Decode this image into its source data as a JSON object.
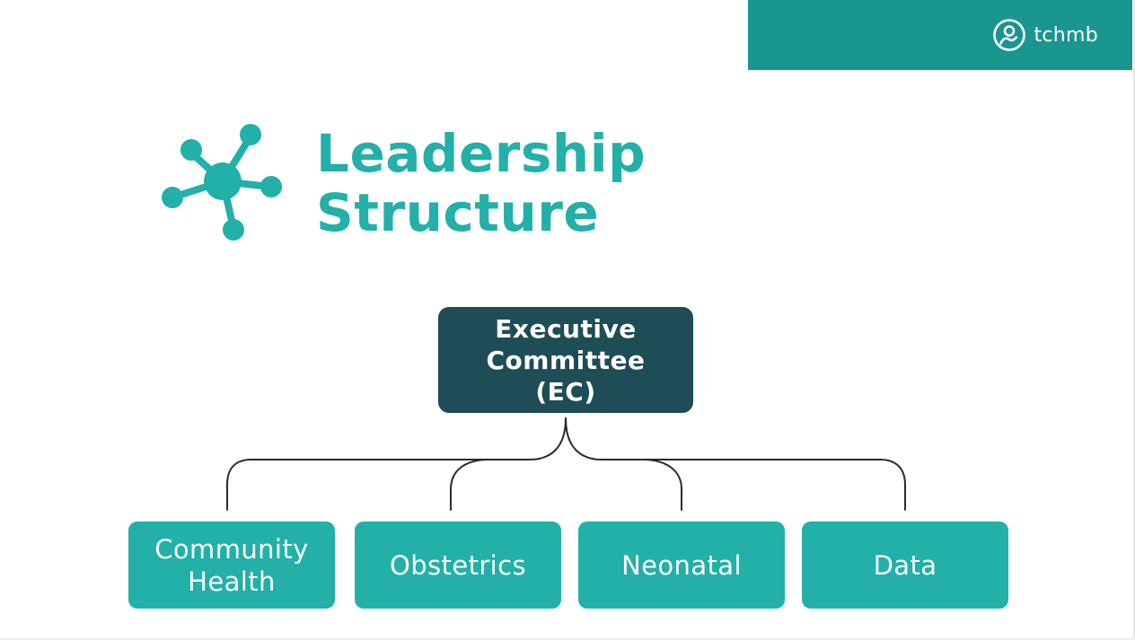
{
  "colors": {
    "header_band": "#1a9690",
    "title": "#22b0a8",
    "executive_box": "#1e4c57",
    "child_box": "#22b0a8",
    "connector": "#2b2b2b"
  },
  "header": {
    "brand_icon": "person-circle-icon",
    "brand_name": "tchmb"
  },
  "title": {
    "icon": "network-hub-icon",
    "line1": "Leadership",
    "line2": "Structure"
  },
  "org_chart": {
    "root": {
      "lines": [
        "Executive",
        "Committee",
        "(EC)"
      ]
    },
    "children": [
      {
        "lines": [
          "Community",
          "Health"
        ]
      },
      {
        "lines": [
          "Obstetrics"
        ]
      },
      {
        "lines": [
          "Neonatal"
        ]
      },
      {
        "lines": [
          "Data"
        ]
      }
    ]
  }
}
